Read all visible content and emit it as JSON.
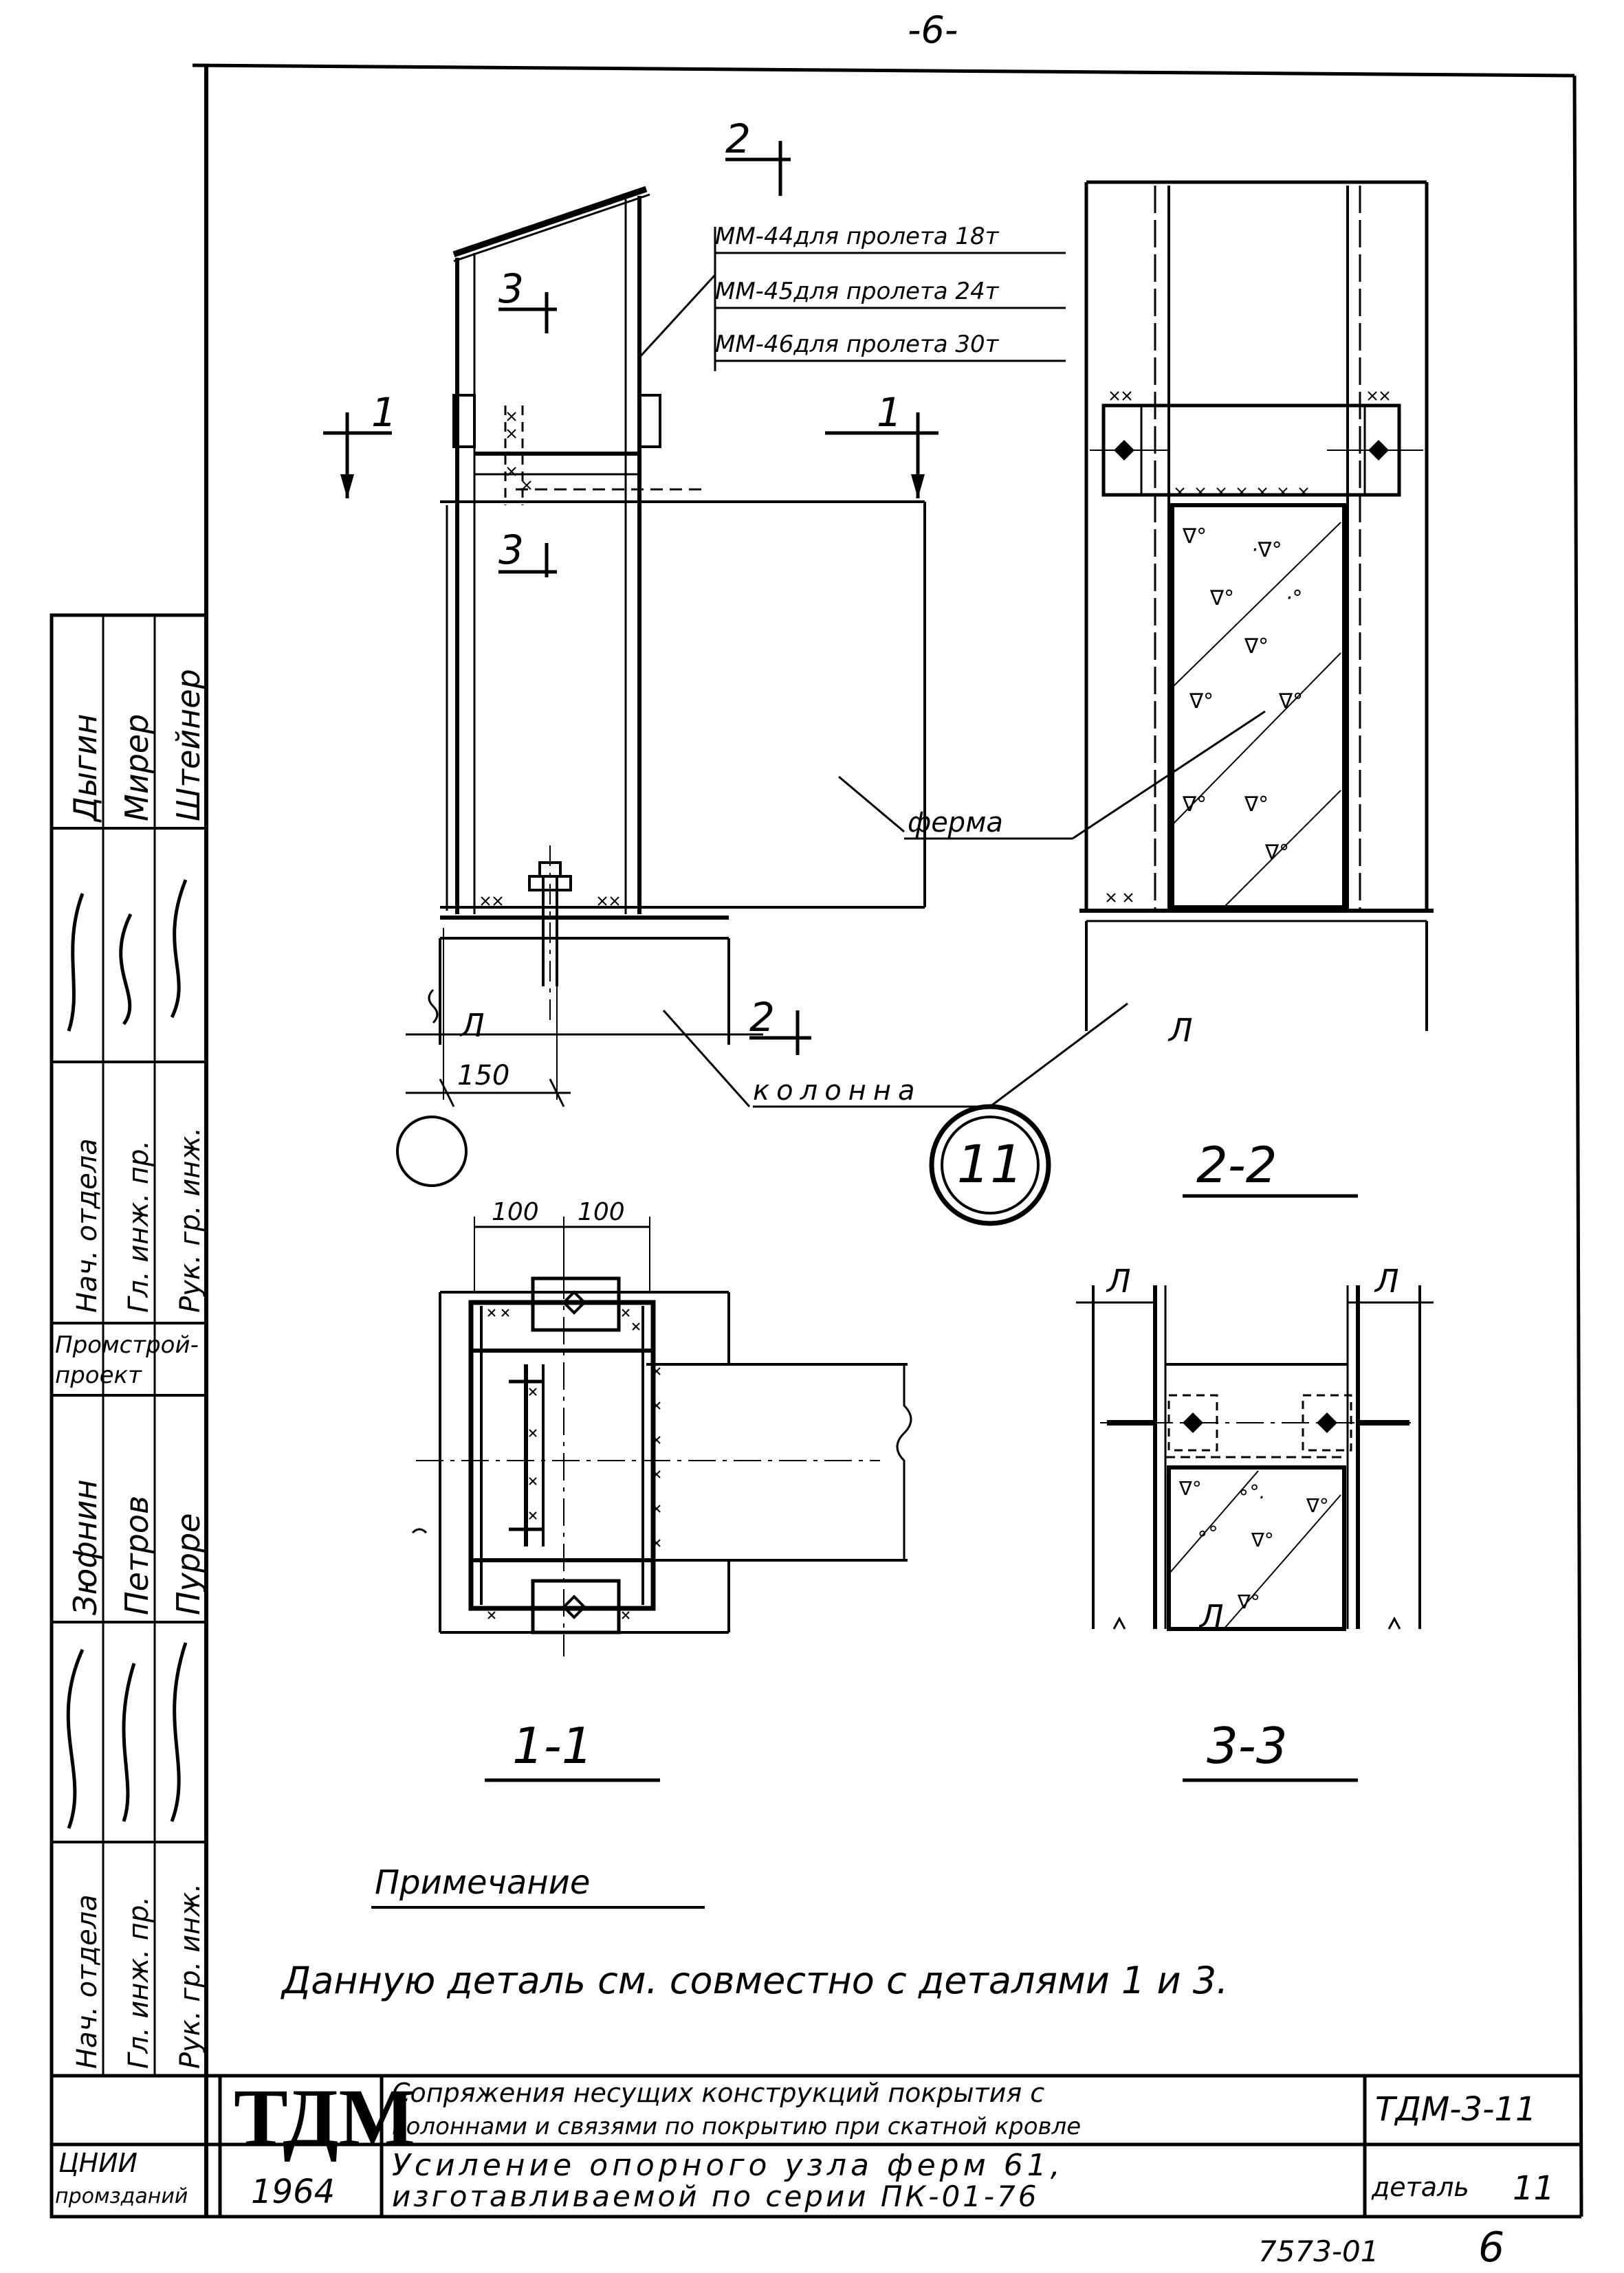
{
  "sheet": {
    "page_number": "-6-",
    "detail_number": "11",
    "archive_number": "7573-01",
    "sheet_number": "6"
  },
  "elevation": {
    "section_2": "2",
    "section_3": "3",
    "section_1": "1",
    "leader_lines": [
      "ММ-44для пролета 18т",
      "ММ-45для пролета 24т",
      "ММ-46для пролета 30т"
    ],
    "truss_label": "ферма",
    "column_label": "колонна",
    "dimension_150": "150",
    "axis_letter": "Л"
  },
  "plan_1_1": {
    "dim_left": "100",
    "dim_right": "100",
    "caption": "1-1"
  },
  "section_2_2": {
    "caption": "2-2"
  },
  "section_3_3": {
    "caption": "3-3"
  },
  "note": {
    "heading": "Примечание",
    "text": "Данную деталь см. совместно с деталями 1 и 3."
  },
  "title_block": {
    "logo": "ТДМ",
    "year": "1964",
    "org_stamp_line1": "ЦНИИ",
    "org_stamp_line2": "промзданий",
    "title_line1": "Сопряжения несущих конструкций покрытия с",
    "title_line2": "колоннами и связями по покрытию при скатной кровле",
    "subtitle_line1": "Усиление опорного узла ферм 61,",
    "subtitle_line2": "изготавливаемой по серии ПК-01-76",
    "code": "ТДМ-3-11",
    "detail_label": "деталь",
    "detail_no": "11"
  },
  "side_strip": {
    "group1_roles": [
      "Нач. отдела",
      "Гл. инж. пр.",
      "Рук. гр. инж."
    ],
    "group2_roles": [
      "Нач. отдела",
      "Гл. инж. пр.",
      "Рук. гр. инж."
    ],
    "group1_names": [
      "Дыгин",
      "Мирер",
      "Штейнер"
    ],
    "group2_names": [
      "Зюфнин",
      "Петров",
      "Пурре"
    ],
    "org": [
      "Промстрой-",
      "проект"
    ]
  }
}
